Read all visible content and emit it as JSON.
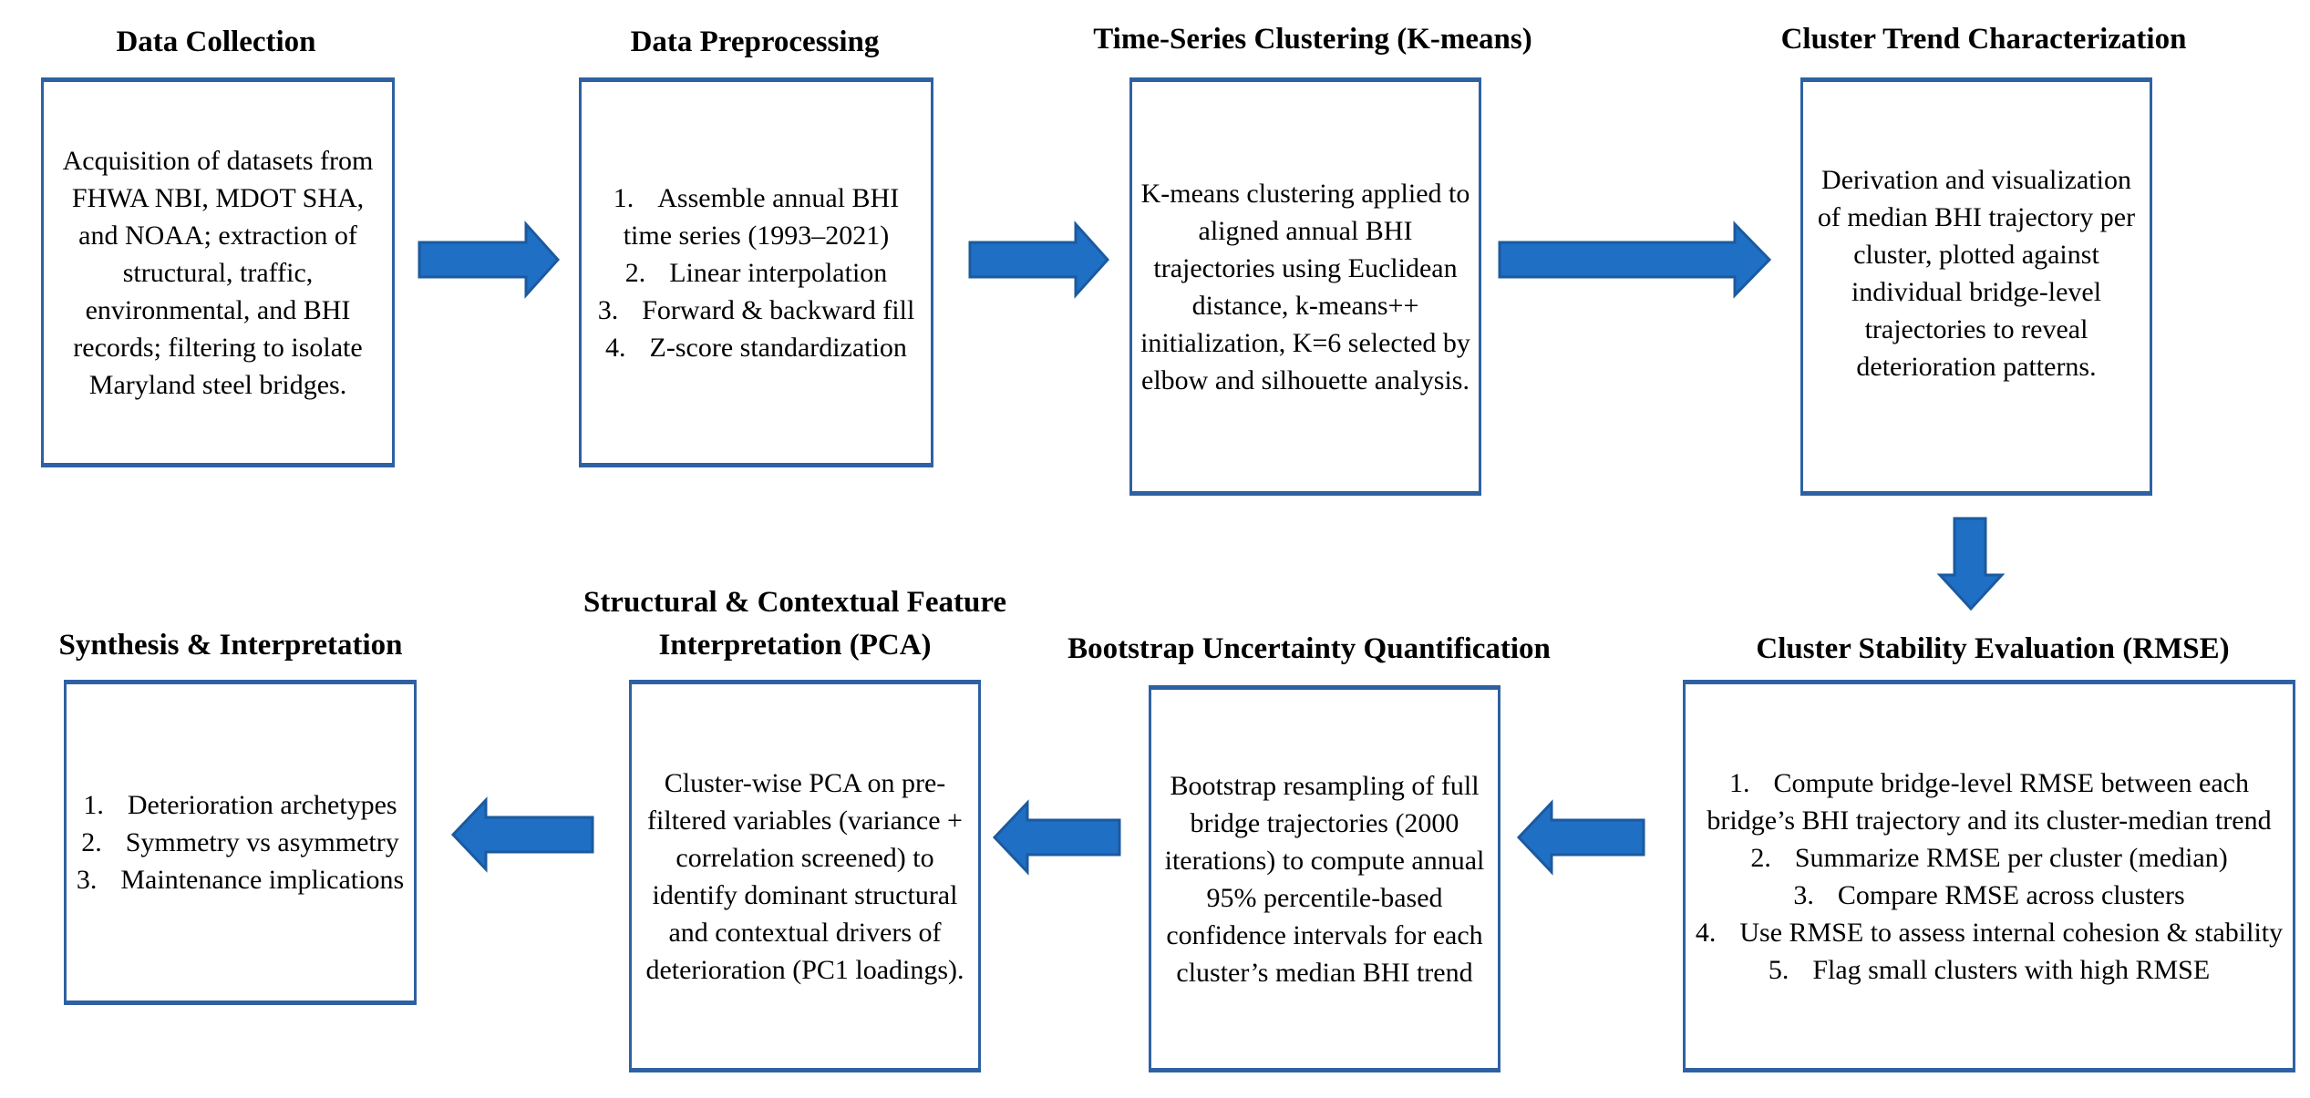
{
  "colors": {
    "arrow": "#1f6fc5",
    "box_border": "#2e61a3"
  },
  "steps": {
    "data_collection": {
      "title": "Data Collection",
      "text": "Acquisition of datasets from FHWA NBI, MDOT SHA, and NOAA; extraction of structural, traffic, environmental, and BHI records; filtering to isolate Maryland steel bridges."
    },
    "preprocessing": {
      "title": "Data Preprocessing",
      "items": [
        {
          "num": "1.",
          "text": "Assemble annual BHI time series (1993–2021)"
        },
        {
          "num": "2.",
          "text": "Linear interpolation"
        },
        {
          "num": "3.",
          "text": "Forward & backward fill"
        },
        {
          "num": "4.",
          "text": "Z-score standardization"
        }
      ]
    },
    "clustering": {
      "title": "Time-Series Clustering (K-means)",
      "text": "K-means clustering applied to aligned annual BHI trajectories using Euclidean distance, k-means++ initialization, K=6 selected by elbow and silhouette analysis."
    },
    "trend": {
      "title": "Cluster Trend Characterization",
      "text": "Derivation and visualization of median BHI trajectory per cluster, plotted against individual bridge-level trajectories to reveal deterioration patterns."
    },
    "stability": {
      "title": "Cluster Stability Evaluation (RMSE)",
      "items": [
        {
          "num": "1.",
          "text": "Compute bridge-level RMSE between each bridge’s BHI trajectory and its cluster-median trend"
        },
        {
          "num": "2.",
          "text": "Summarize RMSE per cluster (median)"
        },
        {
          "num": "3.",
          "text": "Compare RMSE across clusters"
        },
        {
          "num": "4.",
          "text": "Use RMSE to assess internal cohesion & stability"
        },
        {
          "num": "5.",
          "text": "Flag small clusters with high RMSE"
        }
      ]
    },
    "bootstrap": {
      "title": "Bootstrap Uncertainty Quantification",
      "text": "Bootstrap resampling of full bridge trajectories (2000 iterations) to compute annual 95% percentile-based confidence intervals for each cluster’s median BHI trend"
    },
    "pca": {
      "title_line1": "Structural & Contextual Feature",
      "title_line2": "Interpretation (PCA)",
      "text": "Cluster-wise PCA on pre-filtered variables (variance + correlation screened) to identify dominant structural and contextual drivers of deterioration (PC1 loadings)."
    },
    "synthesis": {
      "title": "Synthesis & Interpretation",
      "items": [
        {
          "num": "1.",
          "text": "Deterioration archetypes"
        },
        {
          "num": "2.",
          "text": "Symmetry vs asymmetry"
        },
        {
          "num": "3.",
          "text": "Maintenance implications"
        }
      ]
    }
  }
}
